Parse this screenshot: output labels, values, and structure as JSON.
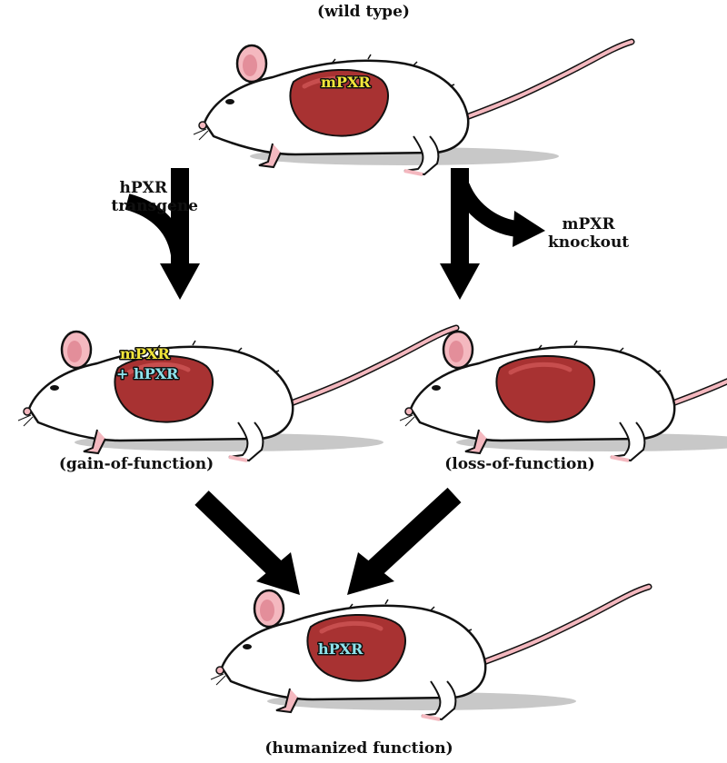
{
  "labels": {
    "wild_type": "(wild type)",
    "hpxr_transgene_line1": "hPXR",
    "hpxr_transgene_line2": "transgene",
    "mpxr_knockout_line1": "mPXR",
    "mpxr_knockout_line2": "knockout",
    "gain_of_function": "(gain-of-function)",
    "loss_of_function": "(loss-of-function)",
    "humanized_function": "(humanized function)"
  },
  "mice": [
    {
      "name": "wild-type",
      "tags": [
        "mPXR"
      ]
    },
    {
      "name": "gain-of-function",
      "tags": [
        "mPXR",
        "+ hPXR"
      ]
    },
    {
      "name": "loss-of-function",
      "tags": []
    },
    {
      "name": "humanized",
      "tags": [
        "hPXR"
      ]
    }
  ],
  "colors": {
    "mouse_body": "#ffffff",
    "outline": "#111111",
    "liver": "#a83232",
    "liver_highlight": "#d45a5a",
    "ear_tail": "#f4b8bf",
    "mpxr_text": "#f2e63a",
    "hpxr_text": "#8fe3ec",
    "arrow": "#000000",
    "shadow": "#bdbdbd"
  }
}
